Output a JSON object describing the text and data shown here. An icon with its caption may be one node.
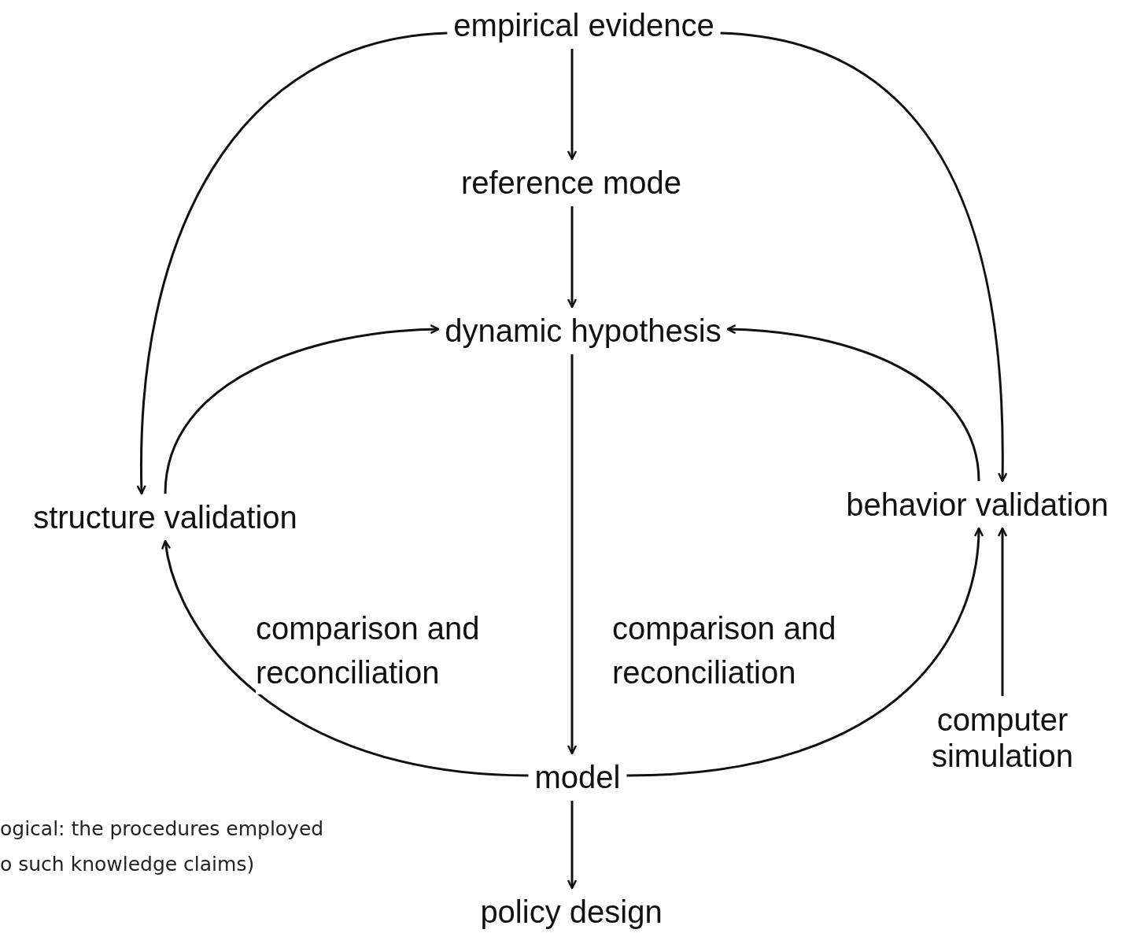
{
  "diagram": {
    "nodes": [
      {
        "text": [
          "empirical evidence"
        ]
      },
      {
        "text": [
          "reference mode"
        ]
      },
      {
        "text": [
          "dynamic hypothesis"
        ]
      },
      {
        "text": [
          "structure validation"
        ]
      },
      {
        "text": [
          "behavior validation"
        ]
      },
      {
        "text": [
          "model"
        ]
      },
      {
        "text": [
          "policy design"
        ]
      },
      {
        "text": [
          "computer simulation"
        ]
      }
    ],
    "edges": [
      {
        "from": 0,
        "to": 1,
        "arrow": "to"
      },
      {
        "from": 1,
        "to": 2,
        "arrow": "to"
      },
      {
        "from": 0,
        "to": 3,
        "arrow": "to"
      },
      {
        "from": 0,
        "to": 4,
        "arrow": "to"
      },
      {
        "from": 3,
        "to": 2,
        "arrow": "to"
      },
      {
        "from": 4,
        "to": 2,
        "arrow": "to"
      },
      {
        "from": 2,
        "to": 5,
        "arrow": "to"
      },
      {
        "from": 5,
        "to": 3,
        "arrow": "to",
        "label": "comparison and reconciliation"
      },
      {
        "from": 5,
        "to": 4,
        "arrow": "to",
        "label": "comparison and reconciliation"
      },
      {
        "from": 7,
        "to": 4,
        "arrow": "to"
      },
      {
        "from": 5,
        "to": 6,
        "arrow": "to"
      }
    ],
    "labels": [
      "ogical: the procedures employed",
      "o such knowledge claims)"
    ]
  }
}
